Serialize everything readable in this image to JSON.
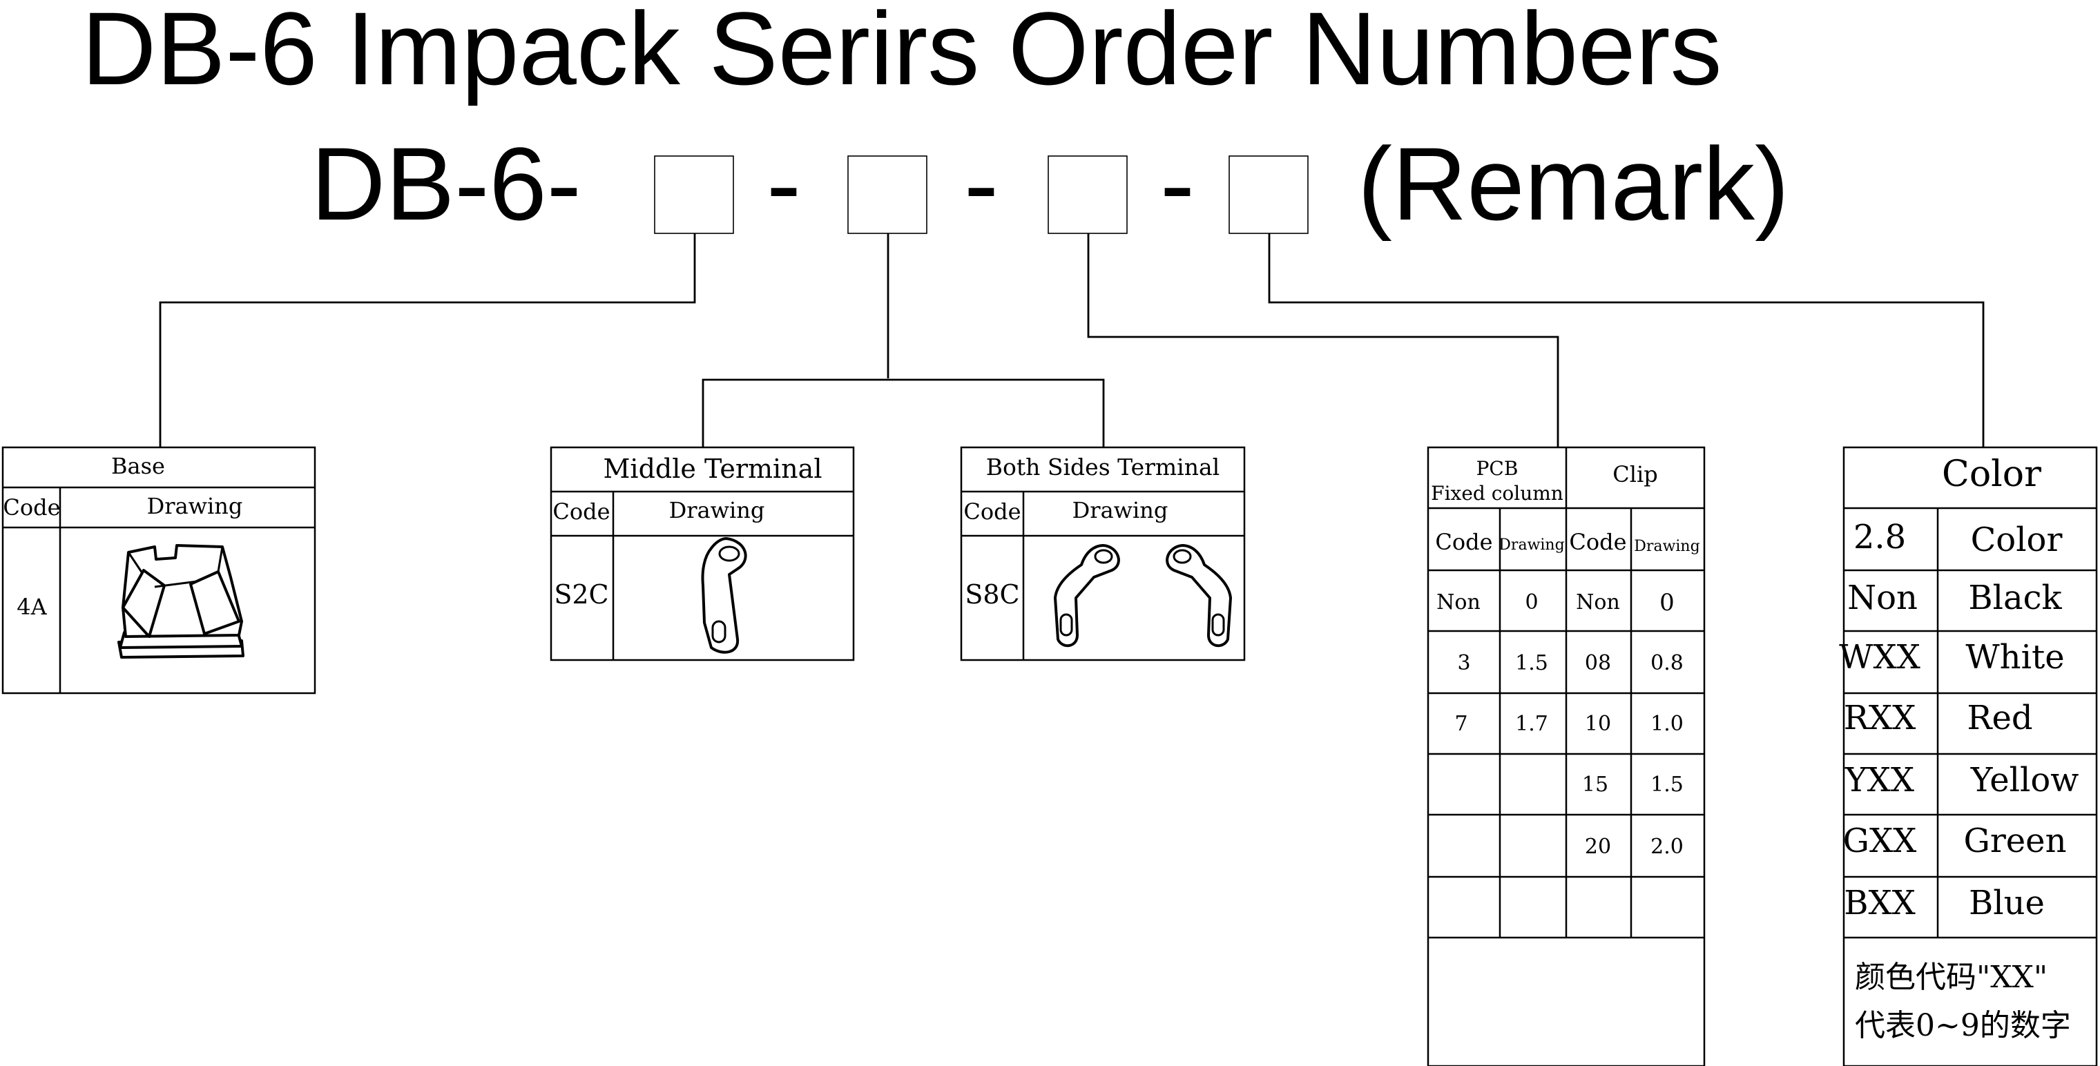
{
  "title": "DB-6 Impack Serirs Order Numbers",
  "order_code": {
    "prefix": "DB-6-",
    "sep1": "-",
    "sep2": "-",
    "sep3": "-",
    "suffix": "(Remark)"
  },
  "base_table": {
    "header": "Base",
    "col_code": "Code",
    "col_drawing": "Drawing",
    "row_code": "4A"
  },
  "middle_table": {
    "header": "Middle Terminal",
    "col_code": "Code",
    "col_drawing": "Drawing",
    "row_code": "S2C"
  },
  "both_table": {
    "header": "Both Sides Terminal",
    "col_code": "Code",
    "col_drawing": "Drawing",
    "row_code": "S8C"
  },
  "pcb_clip_table": {
    "pcb_header_line1": "PCB",
    "pcb_header_line2": "Fixed column",
    "clip_header": "Clip",
    "pcb_col_code": "Code",
    "pcb_col_drawing": "Drawing",
    "clip_col_code": "Code",
    "clip_col_drawing": "Drawing",
    "rows": [
      [
        "Non",
        "0",
        "Non",
        "0"
      ],
      [
        "3",
        "1.5",
        "08",
        "0.8"
      ],
      [
        "7",
        "1.7",
        "10",
        "1.0"
      ],
      [
        "",
        "",
        "15",
        "1.5"
      ],
      [
        "",
        "",
        "20",
        "2.0"
      ],
      [
        "",
        "",
        "",
        ""
      ]
    ]
  },
  "color_table": {
    "header": "Color",
    "col_code": "2.8",
    "col_color": "Color",
    "rows": [
      [
        "Non",
        "Black"
      ],
      [
        "WXX",
        "White"
      ],
      [
        "RXX",
        "Red"
      ],
      [
        "YXX",
        "Yellow"
      ],
      [
        "GXX",
        "Green"
      ],
      [
        "BXX",
        "Blue"
      ]
    ],
    "note_line1": "颜色代码\"XX\"",
    "note_line2": "代表0~9的数字"
  }
}
